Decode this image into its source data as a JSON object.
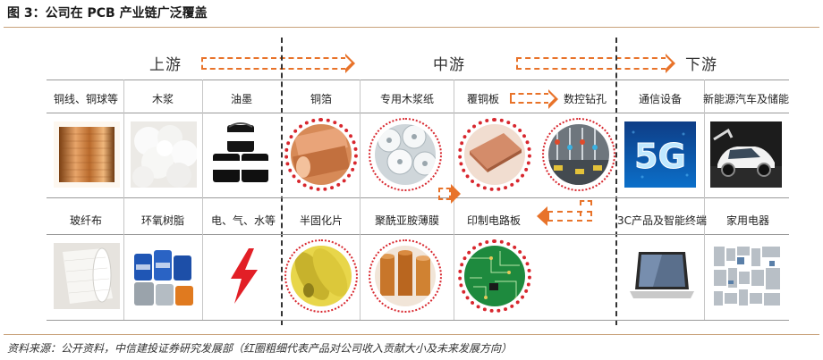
{
  "figure": {
    "title": "图 3：公司在 PCB 产业链广泛覆盖",
    "footnote": "资料来源：公开资料，中信建投证券研究发展部（红圈粗细代表产品对公司收入贡献大小及未来发展方向）"
  },
  "stages": {
    "upstream": "上游",
    "midstream": "中游",
    "downstream": "下游"
  },
  "row1": {
    "c1": "铜线、铜球等",
    "c2": "木浆",
    "c3": "油墨",
    "c4": "铜箔",
    "c5": "专用木浆纸",
    "c6": "覆铜板",
    "c7": "数控钻孔",
    "c8": "通信设备",
    "c9": "新能源汽车及储能"
  },
  "row2": {
    "c1": "玻纤布",
    "c2": "环氧树脂",
    "c3": "电、气、水等",
    "c4": "半固化片",
    "c5": "聚酰亚胺薄膜",
    "c6": "印制电路板",
    "c8": "3C产品及智能终端",
    "c9": "家用电器"
  },
  "images": {
    "five_g_text": "5G"
  },
  "colors": {
    "arrow": "#e8732a",
    "ring": "#d8272e",
    "rule": "#c8a27a"
  }
}
